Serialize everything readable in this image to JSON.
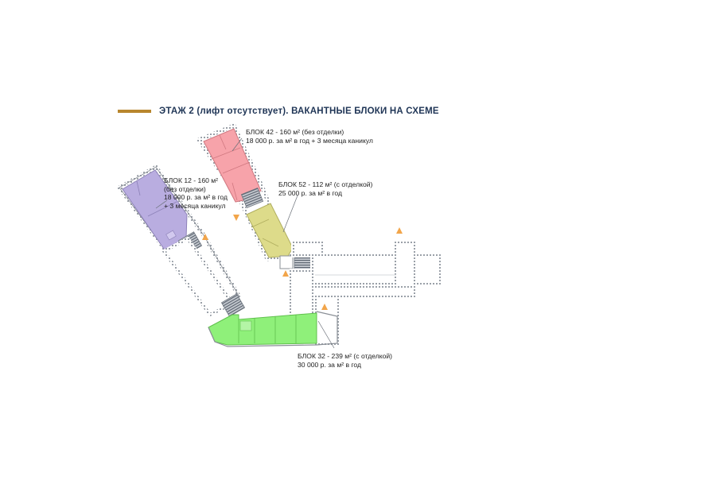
{
  "heading": "ЭТАЖ 2 (лифт отсутствует).  ВАКАНТНЫЕ БЛОКИ НА СХЕМЕ",
  "colors": {
    "accent_bar": "#b8862e",
    "heading_text": "#1f3556",
    "block_42": "#f7a3aa",
    "block_52": "#dddb8a",
    "block_12": "#b9ade0",
    "block_32": "#8ff07a",
    "marker": "#f2a54a",
    "wall": "#8a8f96"
  },
  "blocks": [
    {
      "id": "block-42",
      "lines": [
        "БЛОК 42 - 160 м² (без отделки)",
        "18 000 р. за м² в год + 3 месяца каникул"
      ]
    },
    {
      "id": "block-52",
      "lines": [
        "БЛОК 52 - 112 м² (с отделкой)",
        "25 000 р. за м² в год"
      ]
    },
    {
      "id": "block-12",
      "lines": [
        "БЛОК 12 - 160 м²",
        "(без отделки)",
        "18 000 р. за м² в год",
        "+ 3 месяца каникул"
      ]
    },
    {
      "id": "block-32",
      "lines": [
        "БЛОК 32 - 239 м² (с отделкой)",
        "30 000 р. за м² в год"
      ]
    }
  ],
  "markers": [
    "entrance-marker",
    "entrance-marker",
    "entrance-marker",
    "entrance-marker",
    "entrance-marker"
  ]
}
